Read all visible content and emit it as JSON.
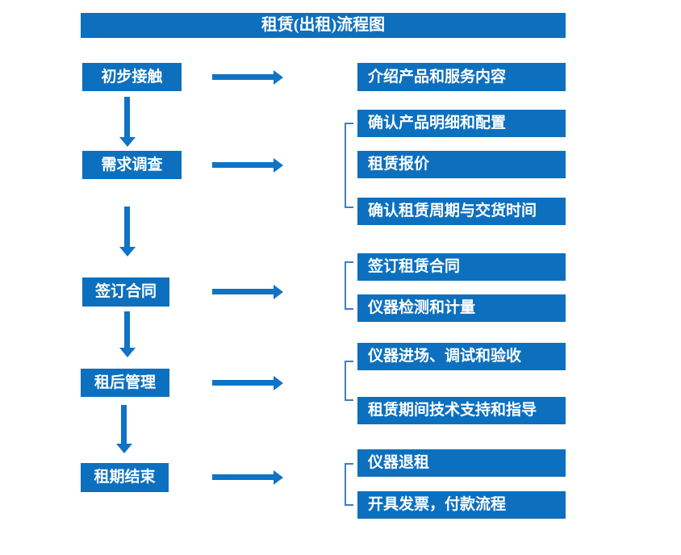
{
  "title": "租赁(出租)流程图",
  "colors": {
    "primary": "#0d70bf",
    "arrow": "#0f73c6",
    "bracket": "#3f7fc1"
  },
  "rows": [
    {
      "stage": "初步接触",
      "details": [
        "介绍产品和服务内容"
      ]
    },
    {
      "stage": "需求调查",
      "details": [
        "确认产品明细和配置",
        "租赁报价",
        "确认租赁周期与交货时间"
      ]
    },
    {
      "stage": "签订合同",
      "details": [
        "签订租赁合同",
        "仪器检测和计量"
      ]
    },
    {
      "stage": "租后管理",
      "details": [
        "仪器进场、调试和验收",
        "租赁期间技术支持和指导"
      ]
    },
    {
      "stage": "租期结束",
      "details": [
        "仪器退租",
        "开具发票，付款流程"
      ]
    }
  ]
}
